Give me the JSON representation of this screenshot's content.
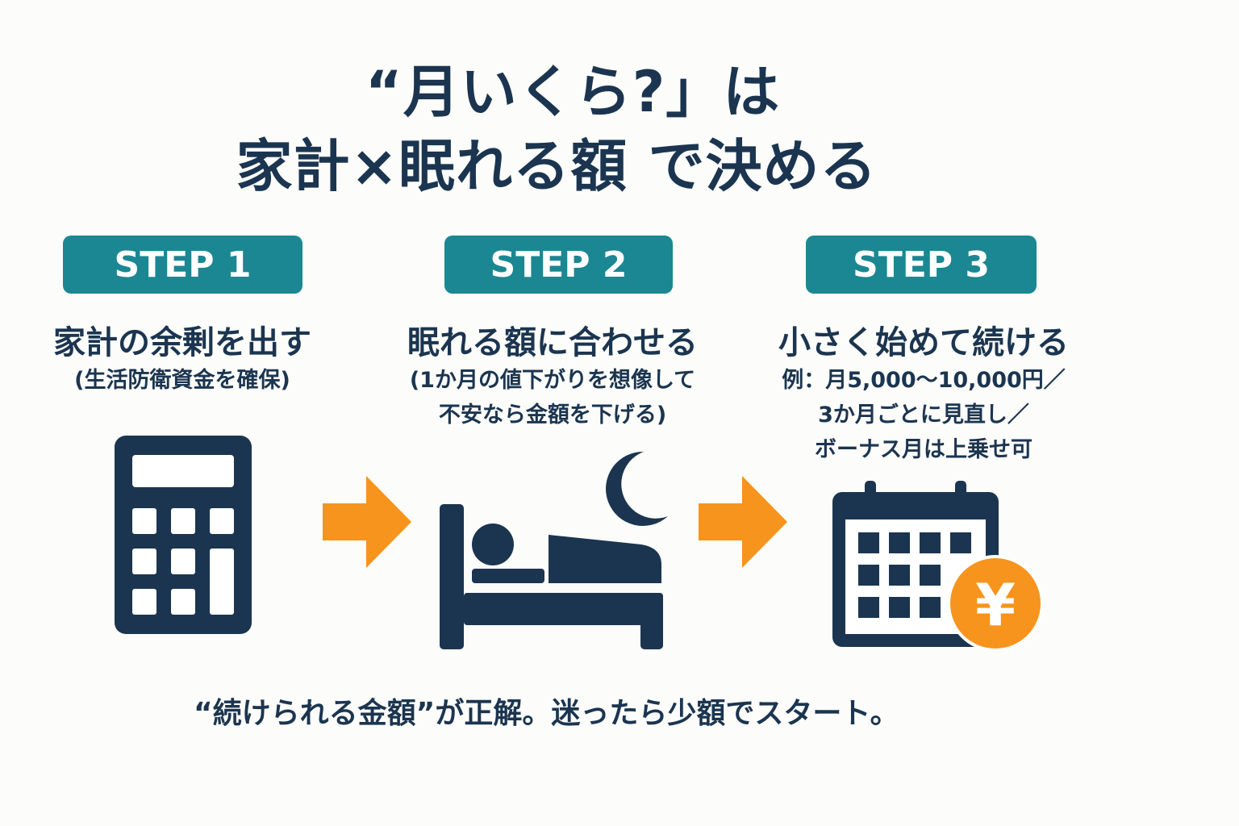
{
  "title": {
    "line1": "“月いくら?」は",
    "line2": "家計×眠れる額 で決める"
  },
  "steps": [
    {
      "label": "STEP 1",
      "heading": "家計の余剰を出す",
      "notes": [
        "(生活防衛資金を確保)"
      ],
      "icon": "calculator-icon"
    },
    {
      "label": "STEP 2",
      "heading": "眠れる額に合わせる",
      "notes": [
        "(1か月の値下がりを想像して",
        "不安なら金額を下げる)"
      ],
      "icon": "sleeping-bed-icon"
    },
    {
      "label": "STEP 3",
      "heading": "小さく始めて続ける",
      "notes": [
        "例：月5,000〜10,000円／",
        "3か月ごとに見直し／",
        "ボーナス月は上乗せ可"
      ],
      "icon": "calendar-yen-icon"
    }
  ],
  "yen_symbol": "¥",
  "footer": "“続けられる金額”が正解。迷ったら少額でスタート。",
  "colors": {
    "navy": "#1b3550",
    "teal": "#1b8792",
    "orange": "#f7941d"
  }
}
